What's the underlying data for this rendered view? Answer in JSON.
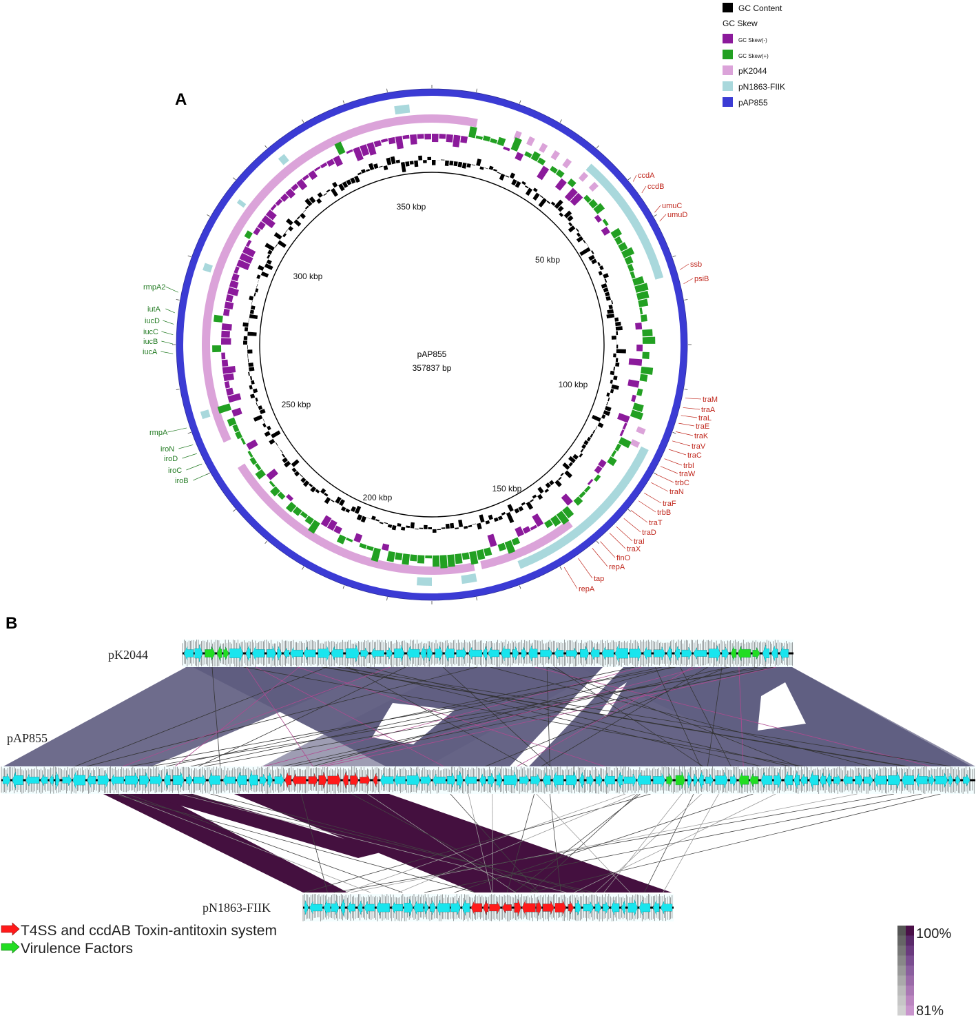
{
  "panel_a": {
    "letter": "A",
    "center_name": "pAP855",
    "center_size": "357837 bp",
    "legend": [
      {
        "label": "GC Content",
        "color": "#000000",
        "swatch": true
      },
      {
        "label": "GC Skew",
        "color": "",
        "swatch": false
      },
      {
        "label": "GC Skew(-)",
        "color": "#8b1a9b",
        "swatch": true,
        "small": true
      },
      {
        "label": "GC Skew(+)",
        "color": "#22a022",
        "swatch": true,
        "small": true
      },
      {
        "label": "pK2044",
        "color": "#dba3d9",
        "swatch": true
      },
      {
        "label": "pN1863-FIIK",
        "color": "#a9d8dc",
        "swatch": true
      },
      {
        "label": "pAP855",
        "color": "#3b3bd4",
        "swatch": true
      }
    ],
    "ticks": [
      "350 kbp",
      "50 kbp",
      "100 kbp",
      "150 kbp",
      "200 kbp",
      "250 kbp",
      "300 kbp"
    ],
    "genes_right": [
      "ccdA",
      "ccdB",
      "umuC",
      "umuD",
      "ssb",
      "psiB",
      "traM",
      "traA",
      "traL",
      "traE",
      "traK",
      "traV",
      "traC",
      "trbI",
      "traW",
      "trbC",
      "traN",
      "traF",
      "trbB",
      "traT",
      "traD",
      "traI",
      "traX",
      "finO",
      "repA",
      "tap",
      "repA"
    ],
    "genes_left": [
      "rmpA2",
      "iutA",
      "iucD",
      "iucC",
      "iucB",
      "iucA",
      "rmpA",
      "iroN",
      "iroD",
      "iroC",
      "iroB"
    ]
  },
  "panel_b": {
    "letter": "B",
    "tracks": [
      "pK2044",
      "pAP855",
      "pN1863-FIIK"
    ],
    "key": [
      {
        "label": "T4SS and ccdAB Toxin-antitoxin system",
        "color": "#ff1a1a"
      },
      {
        "label": "Virulence Factors",
        "color": "#22dd22"
      }
    ],
    "scale_max": "100%",
    "scale_min": "81%"
  },
  "colors": {
    "ring_pap855": "#3b3bd4",
    "ring_pk2044": "#dba3d9",
    "ring_pn1863": "#a9d8dc",
    "skew_minus": "#8b1a9b",
    "skew_plus": "#22a022",
    "gene_cyan": "#19e5ee",
    "gene_red": "#ff1a1a",
    "gene_green": "#22dd22",
    "link_grey": "#5e5c80",
    "link_purple": "#44103f"
  }
}
